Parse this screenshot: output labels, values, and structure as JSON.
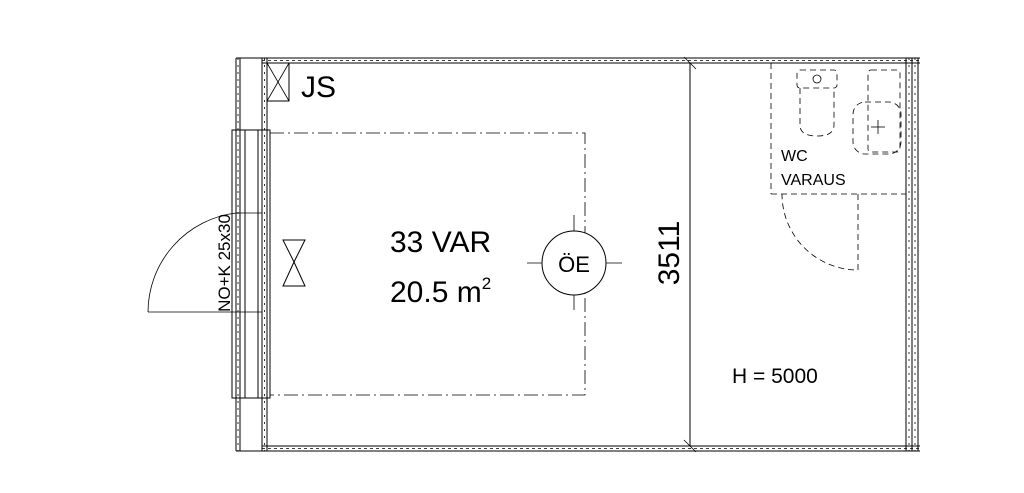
{
  "room": {
    "code": "JS",
    "name": "33 VAR",
    "area_value": "20.5 m",
    "area_sup": "2",
    "equipment_symbol": "ÖE"
  },
  "door": {
    "label": "NO+K 25x30"
  },
  "wc": {
    "line1": "WC",
    "line2": "VARAUS"
  },
  "dimension": {
    "value": "3511"
  },
  "height": {
    "label": "H = 5000"
  }
}
